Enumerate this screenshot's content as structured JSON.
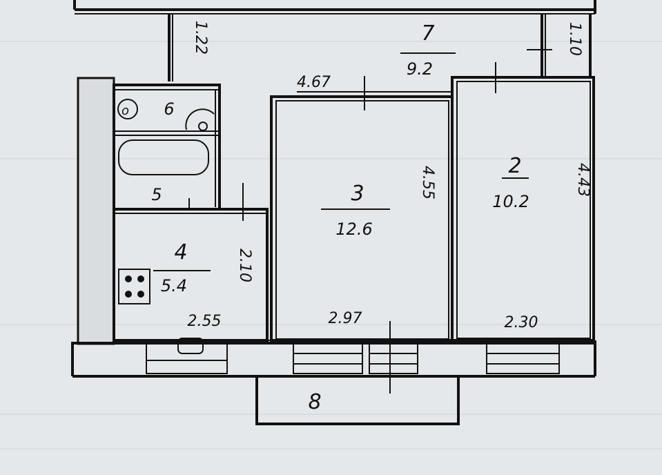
{
  "rooms": {
    "room2": {
      "number": "2",
      "area": "10.2",
      "height": "4.43",
      "width": "2.30"
    },
    "room3": {
      "number": "3",
      "area": "12.6",
      "height": "4.55",
      "width": "2.97"
    },
    "room4": {
      "number": "4",
      "area": "5.4",
      "height": "2.10",
      "width": "2.55"
    },
    "room5": {
      "number": "5"
    },
    "room6": {
      "number": "6"
    },
    "room7": {
      "number": "7",
      "area": "9.2"
    },
    "room8": {
      "number": "8"
    }
  },
  "dimensions": {
    "top_width": "4.67",
    "corridor_left": "1.22",
    "corridor_right": "1.10"
  }
}
